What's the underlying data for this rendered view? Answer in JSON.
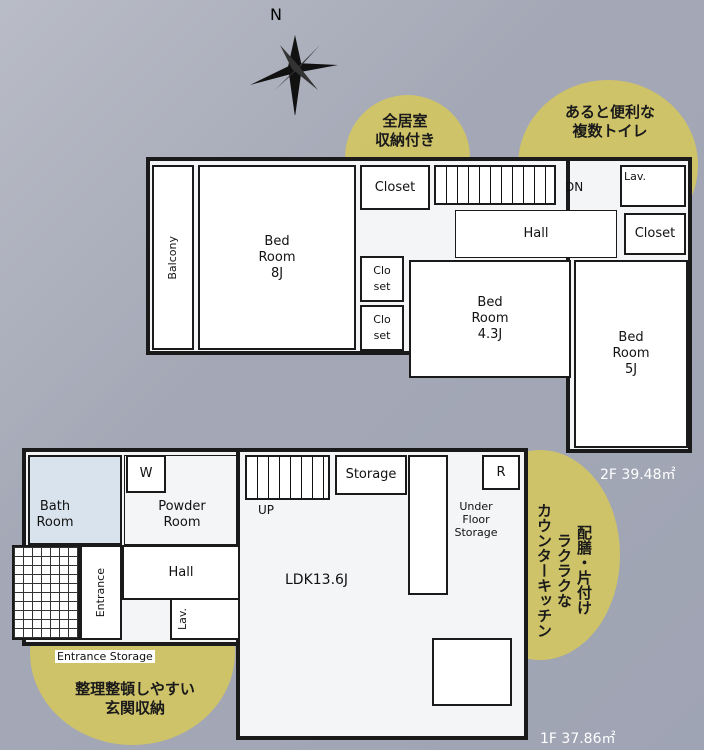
{
  "compass": {
    "label": "N"
  },
  "callouts": {
    "storage_all_rooms": [
      "全居室",
      "収納付き"
    ],
    "two_toilets": [
      "あると便利な",
      "複数トイレ"
    ],
    "counter_kitchen": [
      "配膳・片付け",
      "ラクラクな",
      "カウンターキッチン"
    ],
    "entrance_storage": [
      "整理整頓しやすい",
      "玄関収納"
    ]
  },
  "floor2": {
    "area": "2F 39.48㎡",
    "rooms": {
      "balcony": "Balcony",
      "bed8": "Bed Room 8J",
      "closet1": "Closet",
      "dn": "DN",
      "lav": "Lav.",
      "hall": "Hall",
      "closet2": "Closet",
      "closet3": "Clo set",
      "closet4": "Clo set",
      "bed43": "Bed Room 4.3J",
      "bed5": "Bed Room 5J"
    }
  },
  "floor1": {
    "area": "1F 37.86㎡",
    "rooms": {
      "bath": "Bath Room",
      "w": "W",
      "powder": "Powder Room",
      "up": "UP",
      "storage": "Storage",
      "r": "R",
      "underfloor": "Under Floor Storage",
      "ldk": "LDK13.6J",
      "entrance": "Entrance",
      "hall": "Hall",
      "lav": "Lav.",
      "entrance_storage": "Entrance Storage"
    }
  }
}
